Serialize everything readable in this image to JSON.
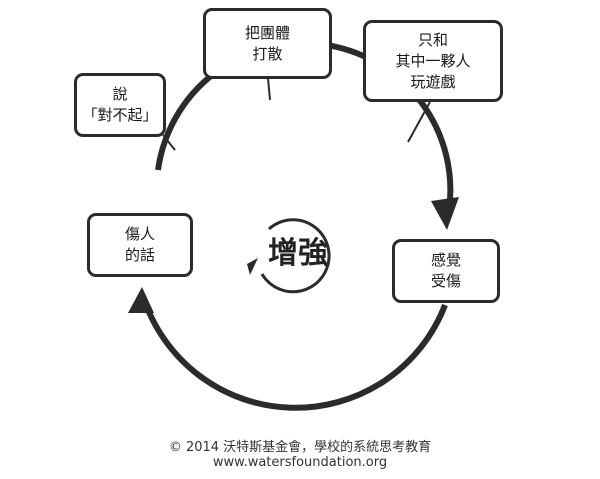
{
  "diagram": {
    "center_label": "增強",
    "nodes": [
      {
        "id": "break-up-group",
        "text": "把團體\n打散"
      },
      {
        "id": "play-with-one",
        "text": "只和\n其中一夥人\n玩遊戲"
      },
      {
        "id": "feel-hurt",
        "text": "感覺\n受傷"
      },
      {
        "id": "hurtful-words",
        "text": "傷人\n的話"
      },
      {
        "id": "say-sorry",
        "text": "說\n「對不起」"
      }
    ]
  },
  "footer": {
    "copyright": "© 2014 沃特斯基金會，學校的系統思考教育",
    "url": "www.watersfoundation.org"
  }
}
